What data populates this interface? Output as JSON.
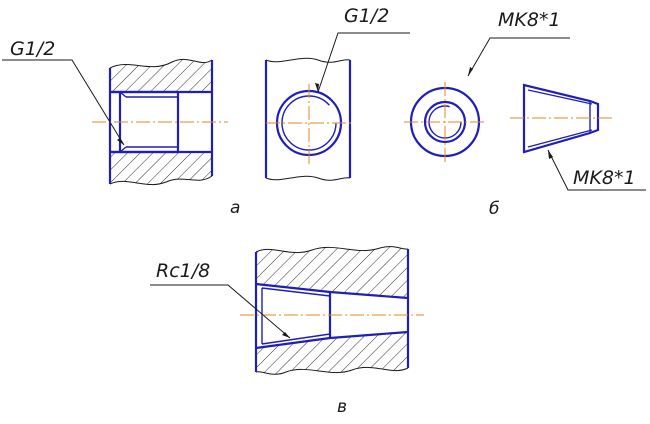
{
  "labels": {
    "a_thread": "G1/2",
    "a_caption": "a",
    "a2_thread": "G1/2",
    "b_thread_top": "MK8*1",
    "b_thread_bottom": "MK8*1",
    "b_caption": "б",
    "c_thread": "Rc1/8",
    "c_caption": "в"
  },
  "colors": {
    "contour": "#1f1fb8",
    "centerline": "#e08a1e",
    "hatch": "#1a1a1a"
  }
}
